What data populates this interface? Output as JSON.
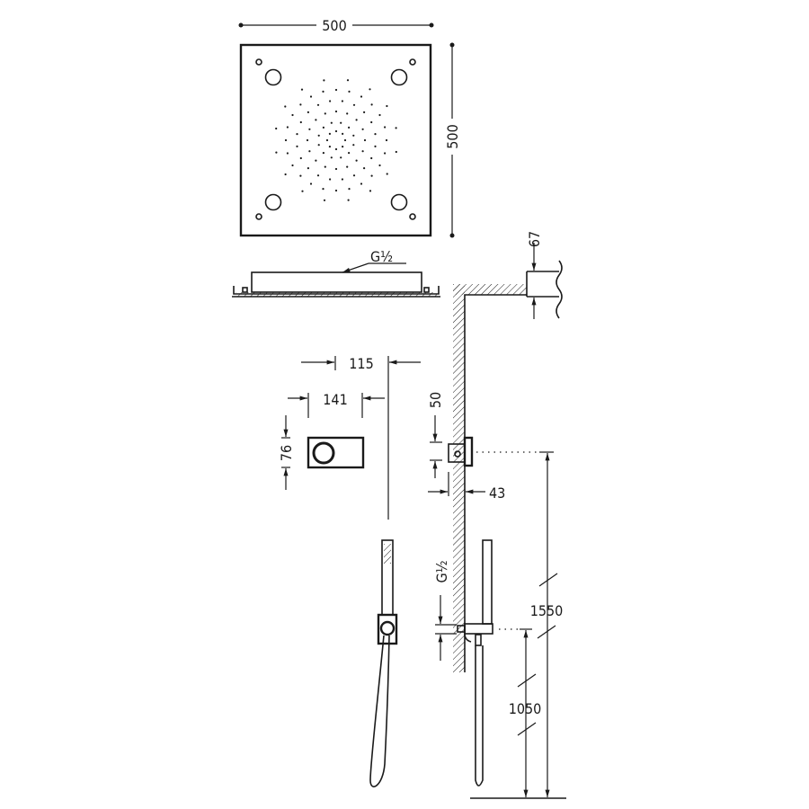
{
  "dimensions": {
    "shower_width": "500",
    "shower_depth": "500",
    "shower_inlet": "G½",
    "arm_height": "67",
    "mixer_depth": "115",
    "mixer_width": "141",
    "mixer_height": "76",
    "valve_height": "50",
    "valve_projection": "43",
    "handshower_inlet": "G½",
    "mixer_floor_height": "1550",
    "outlet_floor_height": "1050"
  },
  "colors": {
    "line": "#1a1a1a",
    "background": "#ffffff"
  }
}
